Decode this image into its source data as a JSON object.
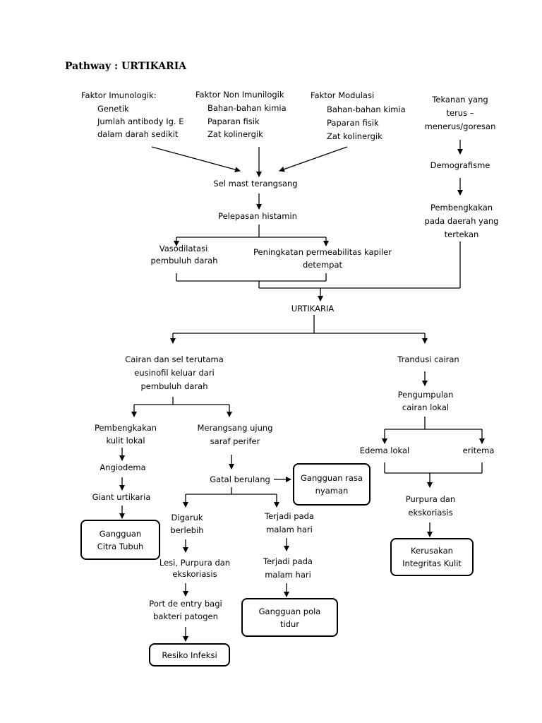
{
  "title": "Pathway : URTIKARIA",
  "nodes": {
    "faktor_imunologik": {
      "heading": "Faktor Imunologik:",
      "items": [
        "Genetik",
        "Jumlah antibody Ig. E",
        "dalam darah sedikit"
      ]
    },
    "faktor_non_imunologik": {
      "heading": "Faktor Non Imunilogik",
      "items": [
        "Bahan-bahan kimia",
        "Paparan fisik",
        "Zat kolinergik"
      ]
    },
    "faktor_modulasi": {
      "heading": "Faktor Modulasi",
      "items": [
        "Bahan-bahan kimia",
        "Paparan fisik",
        "Zat kolinergik"
      ]
    },
    "tekanan": [
      "Tekanan yang",
      "terus –",
      "menerus/goresan"
    ],
    "demografisme": "Demografisme",
    "pembengkakan_tertekan": [
      "Pembengkakan",
      "pada daerah yang",
      "tertekan"
    ],
    "sel_mast": "Sel mast terangsang",
    "pelepasan_histamin": "Pelepasan histamin",
    "vasodilatasi": [
      "Vasodilatasi",
      "pembuluh darah"
    ],
    "permeabilitas": [
      "Peningkatan permeabilitas kapiler",
      "detempat"
    ],
    "urtikaria": "URTIKARIA",
    "cairan_sel": [
      "Cairan dan sel terutama",
      "eusinofil keluar dari",
      "pembuluh darah"
    ],
    "trandusi": "Trandusi cairan",
    "pengumpulan": [
      "Pengumpulan",
      "cairan lokal"
    ],
    "edema_lokal": "Edema lokal",
    "eritema": "eritema",
    "purpura_ekskoriasis_kanan": [
      "Purpura dan",
      "ekskoriasis"
    ],
    "pembengkakan_kulit": [
      "Pembengkakan",
      "kulit lokal"
    ],
    "angiodema": "Angiodema",
    "giant_urtikaria": "Giant urtikaria",
    "merangsang": [
      "Merangsang ujung",
      "saraf perifer"
    ],
    "gatal": "Gatal berulang",
    "digaruk": [
      "Digaruk",
      "berlebih"
    ],
    "terjadi_malam_1": [
      "Terjadi pada",
      "malam hari"
    ],
    "terjadi_malam_2": [
      "Terjadi pada",
      "malam hari"
    ],
    "lesi": [
      "Lesi, Purpura dan",
      "ekskoriasis"
    ],
    "port_entry": [
      "Port de entry bagi",
      "bakteri patogen"
    ]
  },
  "diagnoses": {
    "rasa_nyaman": [
      "Gangguan rasa",
      "nyaman"
    ],
    "citra_tubuh": [
      "Gangguan",
      "Citra Tubuh"
    ],
    "integritas_kulit": [
      "Kerusakan",
      "Integritas Kulit"
    ],
    "pola_tidur": [
      "Gangguan pola",
      "tidur"
    ],
    "resiko_infeksi": "Resiko Infeksi"
  }
}
